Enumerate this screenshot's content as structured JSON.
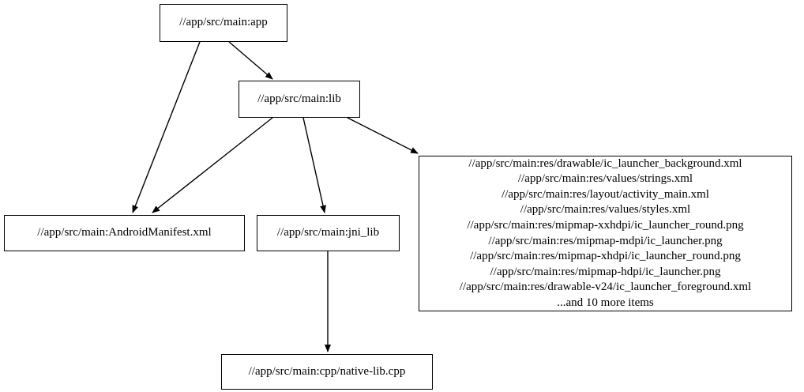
{
  "graph": {
    "type": "directed-dependency-graph",
    "background_color": "#ffffff",
    "node_border_color": "#000000",
    "edge_color": "#000000",
    "text_color": "#000000",
    "nodes": [
      {
        "id": "app",
        "label": "//app/src/main:app"
      },
      {
        "id": "lib",
        "label": "//app/src/main:lib"
      },
      {
        "id": "manifest",
        "label": "//app/src/main:AndroidManifest.xml"
      },
      {
        "id": "jni_lib",
        "label": "//app/src/main:jni_lib"
      },
      {
        "id": "res",
        "label": "//app/src/main:res/drawable/ic_launcher_background.xml\n//app/src/main:res/values/strings.xml\n//app/src/main:res/layout/activity_main.xml\n//app/src/main:res/values/styles.xml\n//app/src/main:res/mipmap-xxhdpi/ic_launcher_round.png\n//app/src/main:res/mipmap-mdpi/ic_launcher.png\n//app/src/main:res/mipmap-xhdpi/ic_launcher_round.png\n//app/src/main:res/mipmap-hdpi/ic_launcher.png\n//app/src/main:res/drawable-v24/ic_launcher_foreground.xml\n...and 10 more items",
        "lines": [
          "//app/src/main:res/drawable/ic_launcher_background.xml",
          "//app/src/main:res/values/strings.xml",
          "//app/src/main:res/layout/activity_main.xml",
          "//app/src/main:res/values/styles.xml",
          "//app/src/main:res/mipmap-xxhdpi/ic_launcher_round.png",
          "//app/src/main:res/mipmap-mdpi/ic_launcher.png",
          "//app/src/main:res/mipmap-xhdpi/ic_launcher_round.png",
          "//app/src/main:res/mipmap-hdpi/ic_launcher.png",
          "//app/src/main:res/drawable-v24/ic_launcher_foreground.xml",
          "...and 10 more items"
        ],
        "overflow_note": "...and 10 more items"
      },
      {
        "id": "cpp",
        "label": "//app/src/main:cpp/native-lib.cpp"
      }
    ],
    "edges": [
      {
        "from": "app",
        "to": "lib"
      },
      {
        "from": "app",
        "to": "manifest"
      },
      {
        "from": "lib",
        "to": "manifest"
      },
      {
        "from": "lib",
        "to": "jni_lib"
      },
      {
        "from": "lib",
        "to": "res"
      },
      {
        "from": "jni_lib",
        "to": "cpp"
      }
    ]
  }
}
